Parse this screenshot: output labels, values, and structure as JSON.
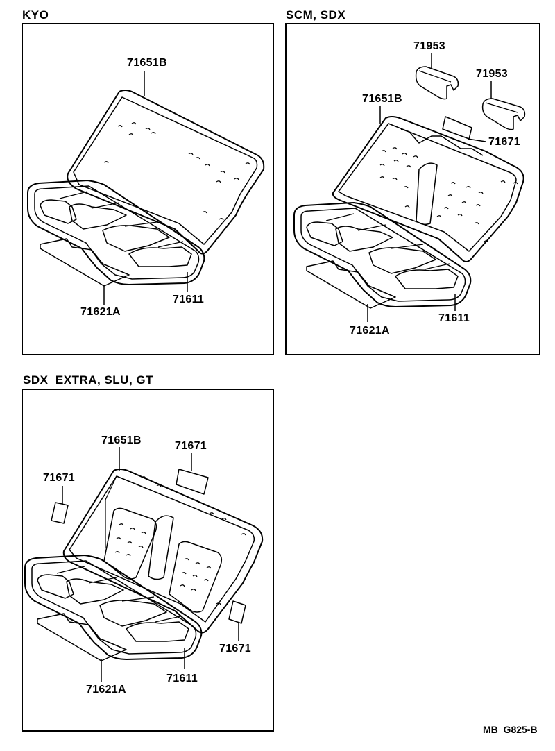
{
  "sections": {
    "kyo": {
      "title": "KYO",
      "labels": {
        "back": "71651B",
        "pad": "71621A",
        "cushion": "71611"
      }
    },
    "scm": {
      "title": "SCM, SDX",
      "labels": {
        "cap_left": "71953",
        "cap_right": "71953",
        "back": "71651B",
        "hinge": "71671",
        "pad": "71621A",
        "cushion": "71611"
      }
    },
    "sdx": {
      "title": "SDX  EXTRA, SLU, GT",
      "labels": {
        "back": "71651B",
        "hinge_top": "71671",
        "hinge_left": "71671",
        "hinge_right": "71671",
        "pad": "71621A",
        "cushion": "71611"
      }
    }
  },
  "footer": {
    "code": "MB  G825-B"
  }
}
